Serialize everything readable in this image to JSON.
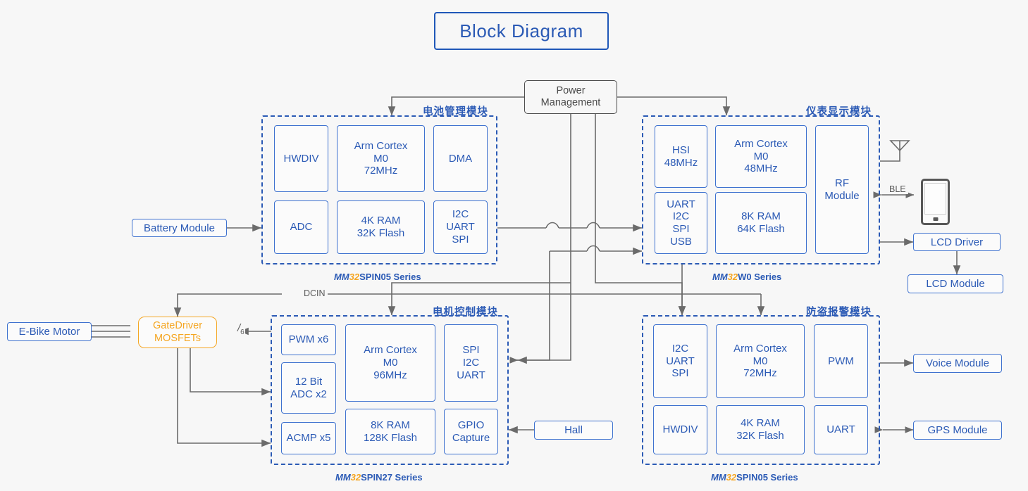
{
  "title": {
    "text": "Block Diagram"
  },
  "power_management": {
    "line1": "Power",
    "line2": "Management"
  },
  "modules": {
    "battery": {
      "cn_label": "电池管理模块",
      "series_mm": "MM",
      "series_32": "32",
      "series_rest": "SPIN05 Series",
      "cells": [
        {
          "name": "hwdiv",
          "text": "HWDIV"
        },
        {
          "name": "core",
          "text": "Arm Cortex\nM0\n72MHz"
        },
        {
          "name": "dma",
          "text": "DMA"
        },
        {
          "name": "adc",
          "text": "ADC"
        },
        {
          "name": "memory",
          "text": "4K RAM\n32K Flash"
        },
        {
          "name": "comms",
          "text": "I2C\nUART\nSPI"
        }
      ]
    },
    "display": {
      "cn_label": "仪表显示模块",
      "series_mm": "MM",
      "series_32": "32",
      "series_rest": "W0 Series",
      "cells": [
        {
          "name": "hsi",
          "text": "HSI\n48MHz"
        },
        {
          "name": "core",
          "text": "Arm Cortex\nM0\n48MHz"
        },
        {
          "name": "rf",
          "text": "RF\nModule"
        },
        {
          "name": "comms",
          "text": "UART\nI2C\nSPI\nUSB"
        },
        {
          "name": "memory",
          "text": "8K RAM\n64K Flash"
        }
      ]
    },
    "motor": {
      "cn_label": "电机控制模块",
      "series_mm": "MM",
      "series_32": "32",
      "series_rest": "SPIN27 Series",
      "cells": [
        {
          "name": "pwm",
          "text": "PWM x6"
        },
        {
          "name": "adc",
          "text": "12 Bit\nADC x2"
        },
        {
          "name": "acmp",
          "text": "ACMP x5"
        },
        {
          "name": "core",
          "text": "Arm Cortex\nM0\n96MHz"
        },
        {
          "name": "memory",
          "text": "8K RAM\n128K Flash"
        },
        {
          "name": "comms",
          "text": "SPI\nI2C\nUART"
        },
        {
          "name": "gpio",
          "text": "GPIO\nCapture"
        }
      ]
    },
    "alarm": {
      "cn_label": "防盗报警模块",
      "series_mm": "MM",
      "series_32": "32",
      "series_rest": "SPIN05 Series",
      "cells": [
        {
          "name": "comms",
          "text": "I2C\nUART\nSPI"
        },
        {
          "name": "core",
          "text": "Arm Cortex\nM0\n72MHz"
        },
        {
          "name": "pwm",
          "text": "PWM"
        },
        {
          "name": "hwdiv",
          "text": "HWDIV"
        },
        {
          "name": "memory",
          "text": "4K RAM\n32K Flash"
        },
        {
          "name": "uart",
          "text": "UART"
        }
      ]
    }
  },
  "peripherals": {
    "battery_module": "Battery Module",
    "ebike_motor": "E-Bike Motor",
    "gate_driver_line1": "GateDriver",
    "gate_driver_line2": "MOSFETs",
    "hall": "Hall",
    "lcd_driver": "LCD Driver",
    "lcd_module": "LCD Module",
    "voice_module": "Voice Module",
    "gps_module": "GPS Module"
  },
  "wire_labels": {
    "dcin": "DCIN",
    "ble": "BLE",
    "bus_six": "6"
  },
  "colors": {
    "accent_blue": "#2b5ab5",
    "cell_border": "#3f72cf",
    "orange": "#f5a623",
    "wire_gray": "#6b6b6b",
    "background": "#f7f7f7"
  }
}
